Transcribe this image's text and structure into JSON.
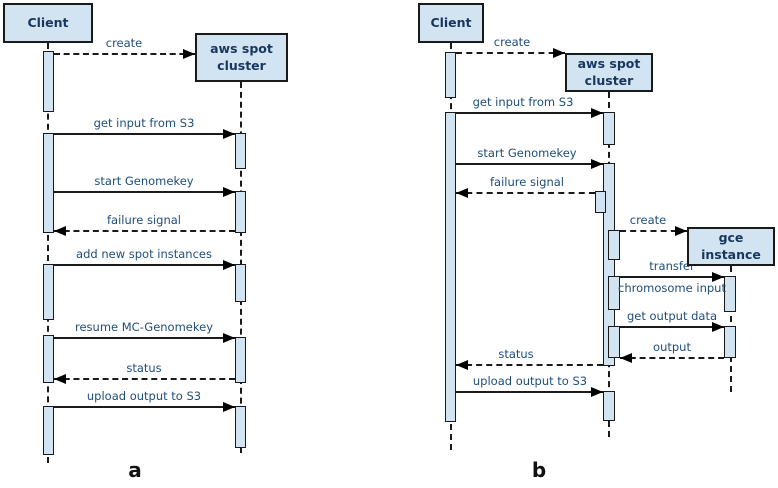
{
  "figure": {
    "type": "uml-sequence-diagram-pair",
    "background": "#ffffff"
  },
  "palette": {
    "box_fill": "#d2e3f2",
    "box_border": "#1a1a1a",
    "line_color": "#1a1a1a",
    "label_text": "#1f4e79",
    "actor_text": "#17375e",
    "caption_text": "#111111"
  },
  "diagram_a": {
    "caption": "a",
    "actors": [
      {
        "label": "Client"
      },
      {
        "label": "aws spot cluster"
      }
    ],
    "messages": [
      {
        "label": "create",
        "from": "Client",
        "to": "aws spot cluster",
        "style": "dashed"
      },
      {
        "label": "get input from S3",
        "from": "Client",
        "to": "aws spot cluster",
        "style": "solid"
      },
      {
        "label": "start Genomekey",
        "from": "Client",
        "to": "aws spot cluster",
        "style": "solid"
      },
      {
        "label": "failure signal",
        "from": "aws spot cluster",
        "to": "Client",
        "style": "dashed"
      },
      {
        "label": "add new spot instances",
        "from": "Client",
        "to": "aws spot cluster",
        "style": "solid"
      },
      {
        "label": "resume MC-Genomekey",
        "from": "Client",
        "to": "aws spot cluster",
        "style": "solid"
      },
      {
        "label": "status",
        "from": "aws spot cluster",
        "to": "Client",
        "style": "dashed"
      },
      {
        "label": "upload output to S3",
        "from": "Client",
        "to": "aws spot cluster",
        "style": "solid"
      }
    ]
  },
  "diagram_b": {
    "caption": "b",
    "actors": [
      {
        "label": "Client"
      },
      {
        "label": "aws spot cluster"
      },
      {
        "label": "gce instance"
      }
    ],
    "messages": [
      {
        "label": "create",
        "from": "Client",
        "to": "aws spot cluster",
        "style": "dashed"
      },
      {
        "label": "get input from S3",
        "from": "Client",
        "to": "aws spot cluster",
        "style": "solid"
      },
      {
        "label": "start Genomekey",
        "from": "Client",
        "to": "aws spot cluster",
        "style": "solid"
      },
      {
        "label": "failure signal",
        "from": "aws spot cluster",
        "to": "Client",
        "style": "dashed"
      },
      {
        "label": "create",
        "from": "aws spot cluster",
        "to": "gce instance",
        "style": "dashed"
      },
      {
        "label_top": "transfer",
        "label_bottom": "chromosome input",
        "from": "aws spot cluster",
        "to": "gce instance",
        "style": "solid"
      },
      {
        "label": "get output data",
        "from": "aws spot cluster",
        "to": "gce instance",
        "style": "solid"
      },
      {
        "label": "output",
        "from": "gce instance",
        "to": "aws spot cluster",
        "style": "dashed"
      },
      {
        "label": "status",
        "from": "aws spot cluster",
        "to": "Client",
        "style": "dashed"
      },
      {
        "label": "upload output to S3",
        "from": "Client",
        "to": "aws spot cluster",
        "style": "solid"
      }
    ]
  }
}
